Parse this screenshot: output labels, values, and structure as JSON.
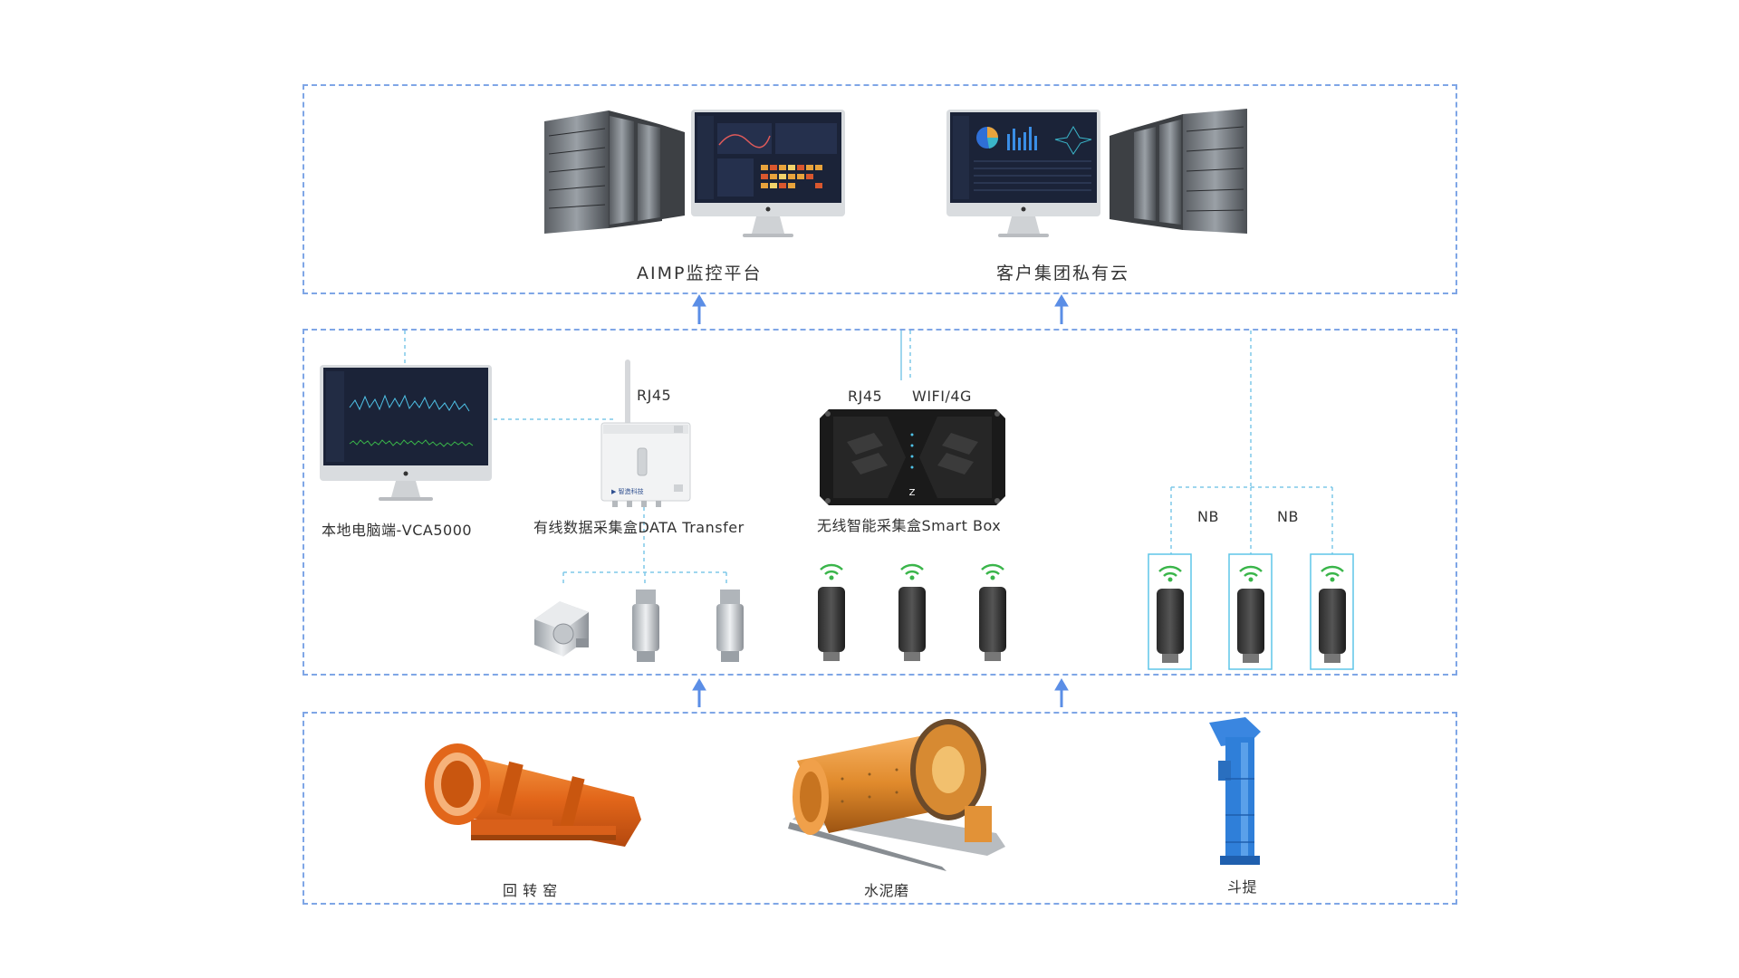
{
  "top": {
    "aimp_label": "AIMP监控平台",
    "cloud_label": "客户集团私有云"
  },
  "middle": {
    "local_pc_label": "本地电脑端-VCA5000",
    "data_transfer_label": "有线数据采集盒DATA Transfer",
    "smart_box_label": "无线智能采集盒Smart Box",
    "rj45_left": "RJ45",
    "rj45_right": "RJ45",
    "wifi_label": "WIFI/4G",
    "nb_left": "NB",
    "nb_right": "NB"
  },
  "bottom": {
    "kiln_label": "回 转 窑",
    "mill_label": "水泥磨",
    "elevator_label": "斗提"
  },
  "colors": {
    "panel_border": "#7fa6e6",
    "arrow": "#5b8ee6",
    "connector": "#7fc9e8",
    "equipment_orange": "#e8701a",
    "elevator_blue": "#2f7fd9",
    "wifi_green": "#3ab54a"
  }
}
